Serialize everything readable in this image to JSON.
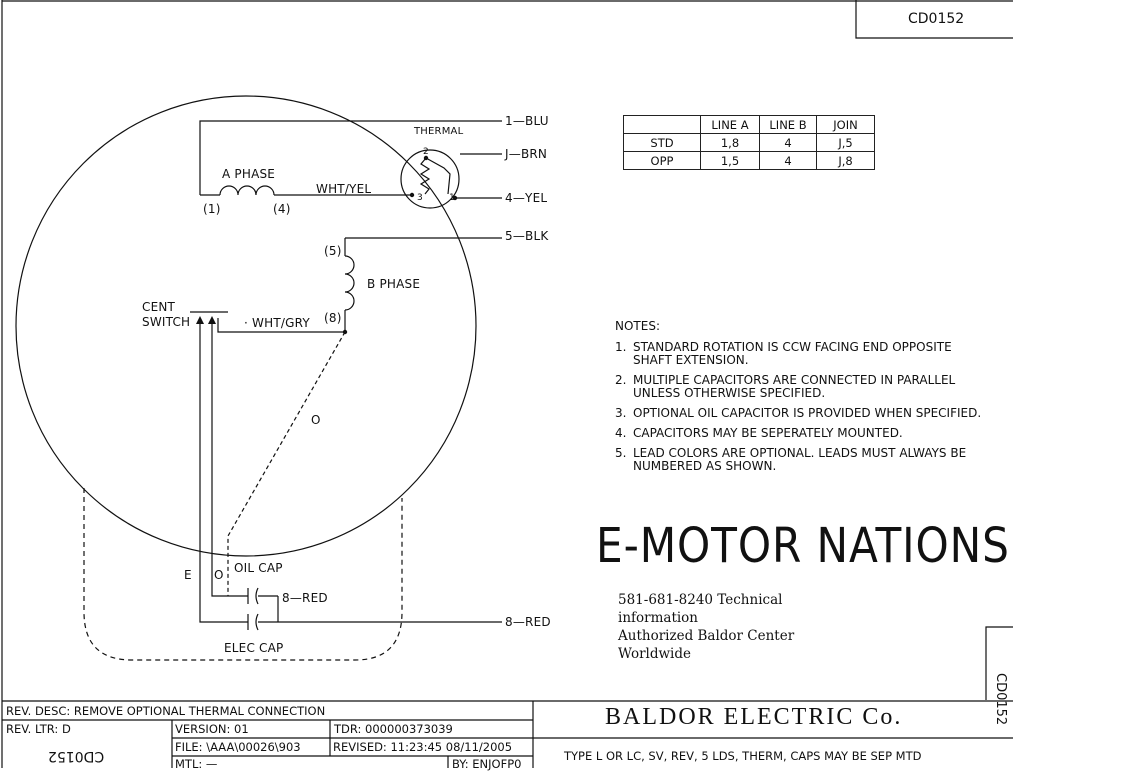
{
  "drawing_number": "CD0152",
  "diagram": {
    "leads": {
      "blu": "1—BLU",
      "brn": "J—BRN",
      "yel": "4—YEL",
      "blk": "5—BLK",
      "red": "8—RED"
    },
    "thermal_label": "THERMAL",
    "thermal_terminals": {
      "t2": "2",
      "t3": "3",
      "t1": "1"
    },
    "a_phase": "A PHASE",
    "a_phase_left": "(1)",
    "a_phase_right": "(4)",
    "wht_yel": "WHT/YEL",
    "b_phase": "B PHASE",
    "b_phase_top": "(5)",
    "b_phase_bottom": "(8)",
    "cent_switch_line1": "CENT",
    "cent_switch_line2": "SWITCH",
    "wht_gry": "· WHT/GRY",
    "o_mid": "O",
    "e_label": "E",
    "o_label": "O",
    "oil_cap": "OIL CAP",
    "red_inner": "8—RED",
    "elec_cap": "ELEC CAP"
  },
  "table": {
    "headers": [
      "",
      "LINE A",
      "LINE B",
      "JOIN"
    ],
    "rows": [
      [
        "STD",
        "1,8",
        "4",
        "J,5"
      ],
      [
        "OPP",
        "1,5",
        "4",
        "J,8"
      ]
    ]
  },
  "notes": {
    "heading": "NOTES:",
    "items": [
      {
        "num": "1.",
        "text": "STANDARD ROTATION IS CCW FACING END OPPOSITE\n    SHAFT EXTENSION."
      },
      {
        "num": "2.",
        "text": "MULTIPLE CAPACITORS ARE CONNECTED IN PARALLEL\n    UNLESS OTHERWISE SPECIFIED."
      },
      {
        "num": "3.",
        "text": "OPTIONAL OIL CAPACITOR IS PROVIDED WHEN SPECIFIED."
      },
      {
        "num": "4.",
        "text": "CAPACITORS MAY BE SEPERATELY MOUNTED."
      },
      {
        "num": "5.",
        "text": "LEAD COLORS ARE OPTIONAL.  LEADS MUST ALWAYS BE\n    NUMBERED AS SHOWN."
      }
    ]
  },
  "brand": {
    "logo": "E-MOTOR NATIONS",
    "contact_line1": "581-681-8240 Technical",
    "contact_line2": "information",
    "contact_line3": "Authorized Baldor Center",
    "contact_line4": "Worldwide"
  },
  "title_block": {
    "rev_desc": "REV. DESC:  REMOVE OPTIONAL THERMAL CONNECTION",
    "rev_ltr": "REV. LTR:  D",
    "version": "VERSION: 01",
    "tdr": "TDR: 000000373039",
    "file": "FILE: \\AAA\\00026\\903",
    "revised": "REVISED: 11:23:45  08/11/2005",
    "mtl": "MTL: —",
    "by": "BY: ENJOFP0",
    "company": "BALDOR ELECTRIC Co.",
    "description": "TYPE L OR LC, SV, REV, 5 LDS, THERM, CAPS MAY BE SEP MTD"
  }
}
